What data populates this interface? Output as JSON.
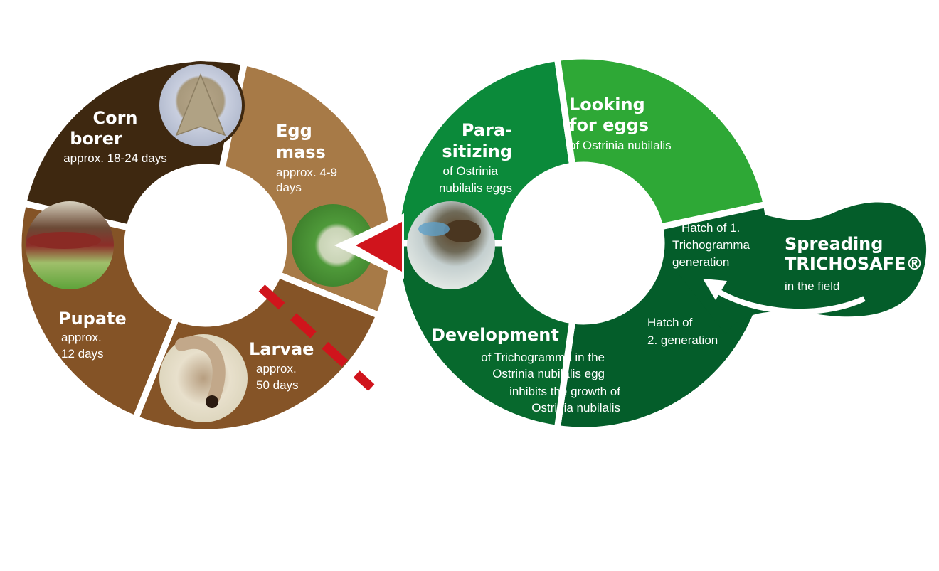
{
  "colors": {
    "corn_borer": "#3e2810",
    "egg_mass": "#a77a47",
    "larvae": "#855427",
    "pupate": "#845326",
    "parasitizing": "#0b8a3a",
    "looking": "#2ea836",
    "hatch": "#045d2a",
    "development": "#07692d",
    "red": "#d0141c"
  },
  "pest_cycle": {
    "corn_borer": {
      "title": [
        "Corn",
        "borer"
      ],
      "text": [
        "approx. 18-24 days"
      ],
      "photo_icon": "moth-photo"
    },
    "egg_mass": {
      "title": [
        "Egg",
        "mass"
      ],
      "text": [
        "approx. 4-9",
        "days"
      ],
      "photo_icon": "egg-cluster-photo"
    },
    "larvae": {
      "title": [
        "Larvae"
      ],
      "text": [
        "approx.",
        "50 days"
      ],
      "photo_icon": "larva-photo"
    },
    "pupate": {
      "title": [
        "Pupate"
      ],
      "text": [
        "approx.",
        "12 days"
      ],
      "photo_icon": "pupa-photo"
    }
  },
  "trichogramma_cycle": {
    "parasitizing": {
      "title": [
        "Para-",
        "sitizing"
      ],
      "text": [
        "of Ostrinia",
        "nubilalis eggs"
      ],
      "photo_icon": "wasp-photo"
    },
    "looking": {
      "title": [
        "Looking",
        "for eggs"
      ],
      "text": [
        "of Ostrinia nubilalis"
      ]
    },
    "hatch1": {
      "text": [
        "Hatch of 1.",
        "Trichogramma",
        "generation"
      ]
    },
    "spreading": {
      "title": [
        "Spreading",
        "TRICHOSAFE®"
      ],
      "text": [
        "in the field"
      ]
    },
    "hatch2": {
      "text": [
        "Hatch of",
        "2. generation"
      ]
    },
    "development": {
      "title": [
        "Development"
      ],
      "text": [
        "of Trichogramma in the",
        "Ostrinia nubilalis egg",
        "inhibits the growth of",
        "Ostrinia nubilalis"
      ]
    }
  }
}
